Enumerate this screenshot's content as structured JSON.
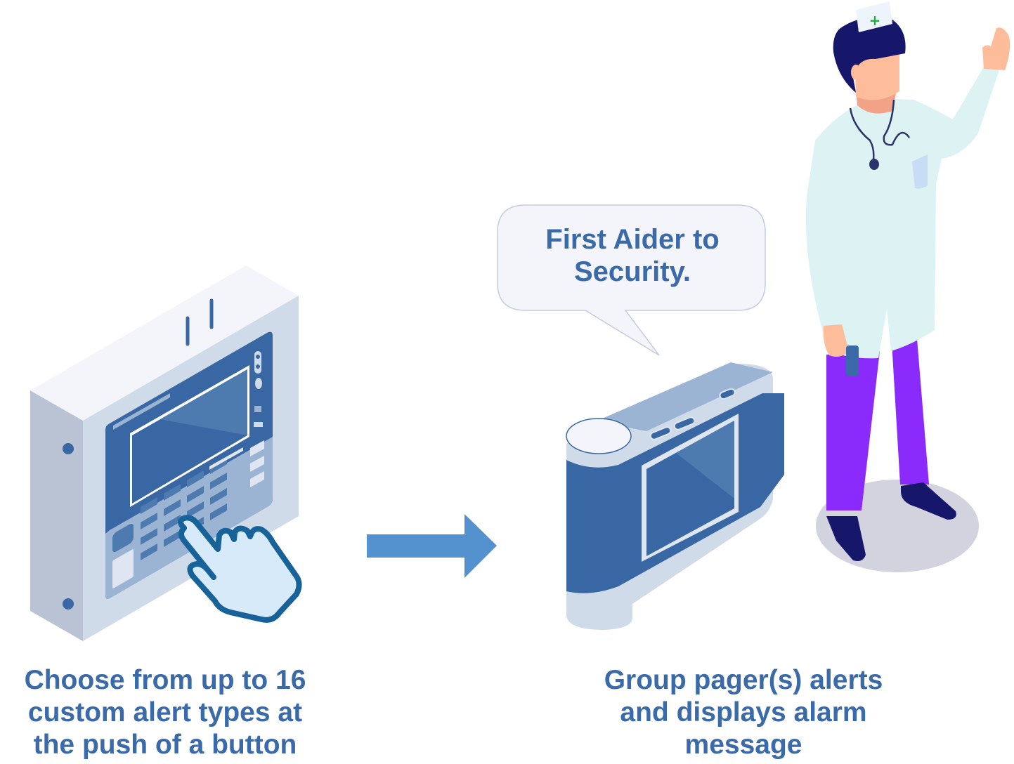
{
  "step1": {
    "caption_lines": [
      "Choose from up to 16",
      "custom alert types at",
      "the push of a button"
    ],
    "device": "alarm-control-panel",
    "keypad_button_count": 16
  },
  "flow_arrow": {
    "direction": "right"
  },
  "step2": {
    "speech_bubble_lines": [
      "First Aider to",
      "Security."
    ],
    "caption_lines": [
      "Group pager(s) alerts",
      "and displays alarm",
      "message"
    ],
    "device": "group-pager"
  },
  "person": {
    "role": "first-aider",
    "cap_symbol": "+"
  },
  "colors": {
    "text_blue": "#3a6aa8",
    "device_blue": "#3867a3",
    "arrow_blue": "#5391cf",
    "panel_light": "#cfdbe9",
    "coat": "#dcf2f3",
    "trousers": "#8a2bfb",
    "hair": "#16166a",
    "skin": "#fdbd9b",
    "cross_green": "#22aa44",
    "floor_shadow": "#d2d3de"
  }
}
